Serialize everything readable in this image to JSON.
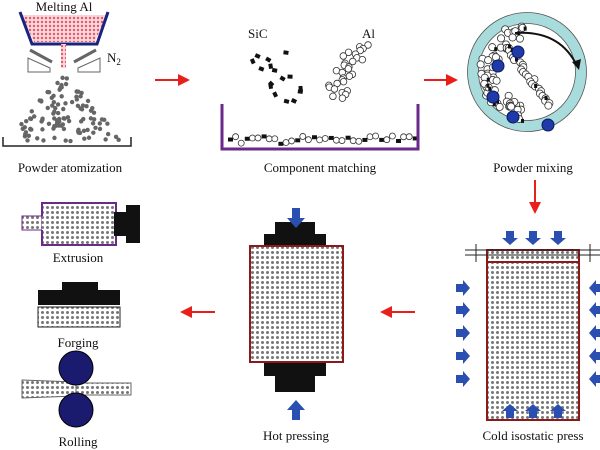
{
  "steps": {
    "atomization": {
      "label": "Powder atomization",
      "melt_label": "Melting Al",
      "gas_label": "N",
      "gas_sub": "2"
    },
    "matching": {
      "label": "Component matching",
      "sic_label": "SiC",
      "al_label": "Al"
    },
    "mixing": {
      "label": "Powder mixing"
    },
    "cip": {
      "label": "Cold isostatic press"
    },
    "hot_pressing": {
      "label": "Hot pressing"
    },
    "extrusion": {
      "label": "Extrusion"
    },
    "forging": {
      "label": "Forging"
    },
    "rolling": {
      "label": "Rolling"
    }
  },
  "colors": {
    "arrow": "#e8201c",
    "pressure": "#2a4fb0",
    "melt": "#e05a6a",
    "ring": "#a8dcdc",
    "container": "#6a2a8a",
    "mold": "#8b1a1a",
    "roller": "#1a1a6e"
  }
}
